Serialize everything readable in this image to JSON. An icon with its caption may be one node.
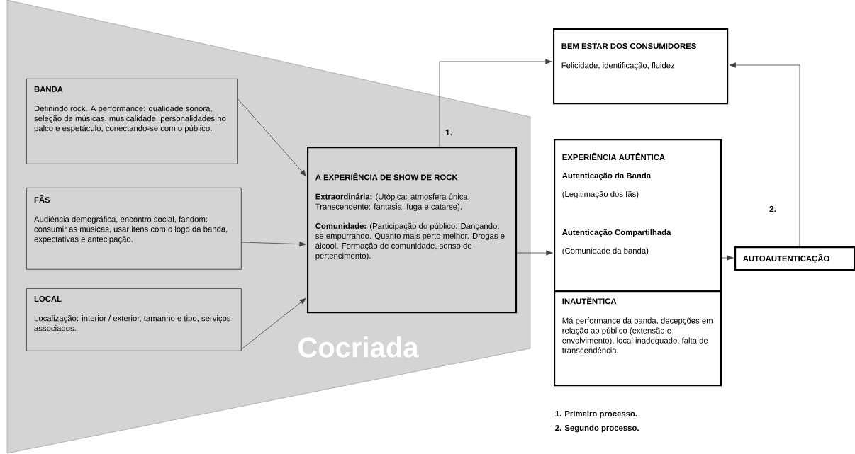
{
  "diagram": {
    "nodes": [
      {
        "text": [
          "Cocriada"
        ]
      },
      {
        "text": [
          "BANDA",
          "Definindo rock. A performance: qualidade sonora, seleção de músicas, musicalidade, personalidades no palco e espetáculo, conectando-se com o público."
        ],
        "in": 0
      },
      {
        "text": [
          "FÃS",
          "Audiência demográfica, encontro social, fandom: consumir as músicas, usar itens com o logo da banda, expectativas e antecipação."
        ],
        "in": 0
      },
      {
        "text": [
          "LOCAL",
          "Localização: interior / exterior, tamanho e tipo, serviços associados."
        ],
        "in": 0
      },
      {
        "text": [
          "A EXPERIÊNCIA DE SHOW DE ROCK",
          "**Extraordinária:** (Utópica: atmosfera única. Transcendente: fantasia, fuga e catarse).",
          "**Comunidade:** (Participação do público: Dançando, se empurrando. Quanto mais perto melhor. Drogas e álcool. Formação de comunidade, senso de pertencimento)."
        ],
        "in": 0
      },
      {
        "text": [
          "BEM ESTAR DOS CONSUMIDORES",
          "Felicidade, identificação, fluidez"
        ]
      },
      {
        "text": [
          "EXPERIÊNCIA AUTÊNTICA",
          "Autenticação da Banda",
          "(Legitimação dos fãs)",
          "Autenticação Compartilhada",
          "(Comunidade da banda)"
        ]
      },
      {
        "text": [
          "INAUTÊNTICA",
          "Má performance da banda, decepções em relação ao público (extensão e envolvimento), local inadequado, falta de transcendência."
        ]
      },
      {
        "text": [
          "AUTOAUTENTICAÇÃO"
        ]
      }
    ],
    "edges": [
      {
        "from": 1,
        "to": 4,
        "arrow": "to"
      },
      {
        "from": 2,
        "to": 4,
        "arrow": "to"
      },
      {
        "from": 3,
        "to": 4,
        "arrow": "to"
      },
      {
        "from": 4,
        "to": 5,
        "arrow": "to",
        "label": "1."
      },
      {
        "from": 4,
        "to": 6,
        "arrow": "to"
      },
      {
        "from": 6,
        "to": 8,
        "arrow": "to"
      },
      {
        "from": 8,
        "to": 5,
        "arrow": "to",
        "label": "2."
      }
    ],
    "labels": [
      "1. Primeiro processo.",
      "2. Segundo processo."
    ]
  }
}
